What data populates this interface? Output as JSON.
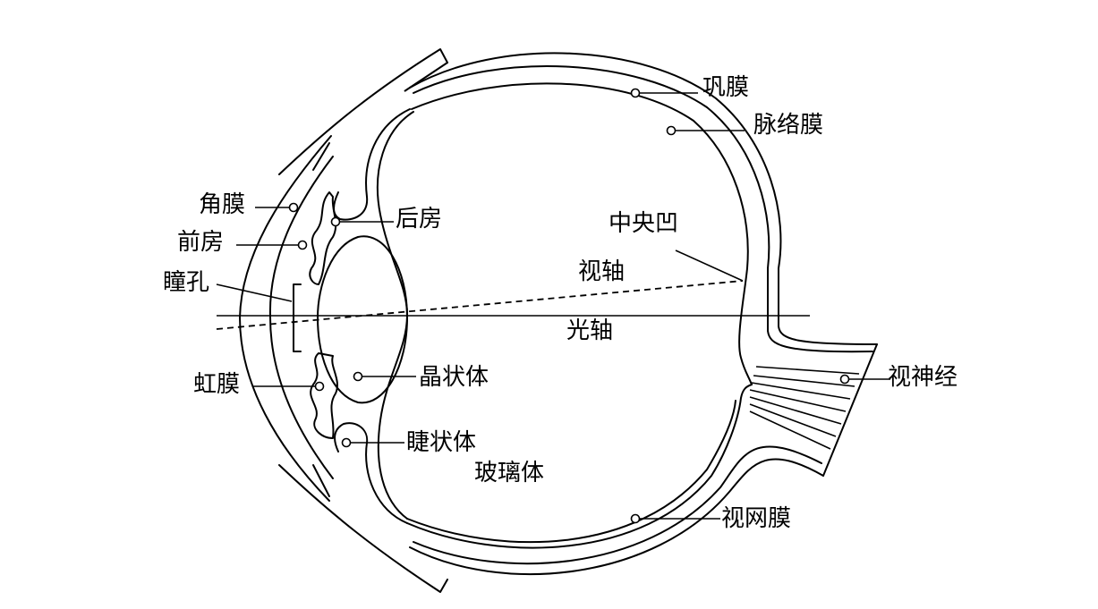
{
  "labels": {
    "sclera": "巩膜",
    "choroid": "脉络膜",
    "cornea": "角膜",
    "anterior_chamber": "前房",
    "pupil": "瞳孔",
    "posterior_chamber": "后房",
    "fovea": "中央凹",
    "visual_axis": "视轴",
    "optical_axis": "光轴",
    "iris": "虹膜",
    "lens": "晶状体",
    "optic_nerve": "视神经",
    "ciliary_body": "睫状体",
    "vitreous": "玻璃体",
    "retina": "视网膜"
  }
}
